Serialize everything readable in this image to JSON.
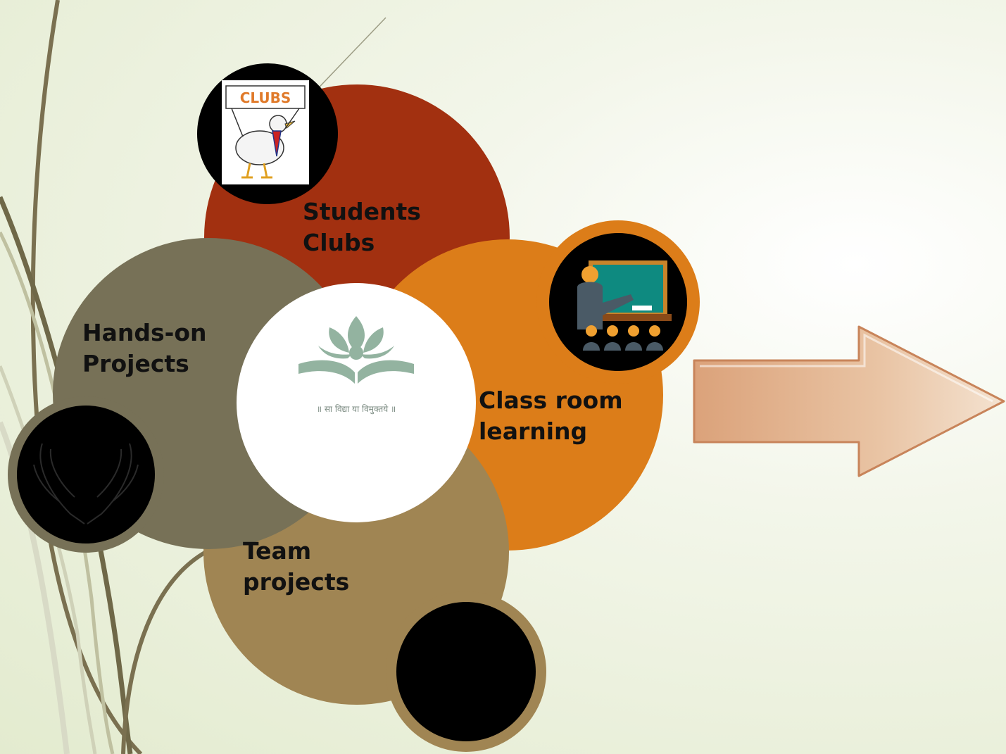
{
  "diagram": {
    "center_motto": "॥ सा विद्या या विमुक्तये ॥",
    "nodes": [
      {
        "id": "students-clubs",
        "line1": "Students",
        "line2": "Clubs",
        "color": "#a23010"
      },
      {
        "id": "hands-on",
        "line1": "Hands-on",
        "line2": "Projects",
        "color": "#777157"
      },
      {
        "id": "class-room",
        "line1": "Class room",
        "line2": "learning",
        "color": "#dc7d19"
      },
      {
        "id": "team-projects",
        "line1": "Team",
        "line2": "projects",
        "color": "#a08553"
      }
    ],
    "clubs_banner_text": "CLUBS"
  },
  "icons": {
    "clubs": "bird-holding-clubs-banner-icon",
    "teacher": "teacher-classroom-icon",
    "hands": "hands-icon",
    "team": "team-icon",
    "logo": "lotus-book-logo",
    "arrow": "right-arrow"
  }
}
